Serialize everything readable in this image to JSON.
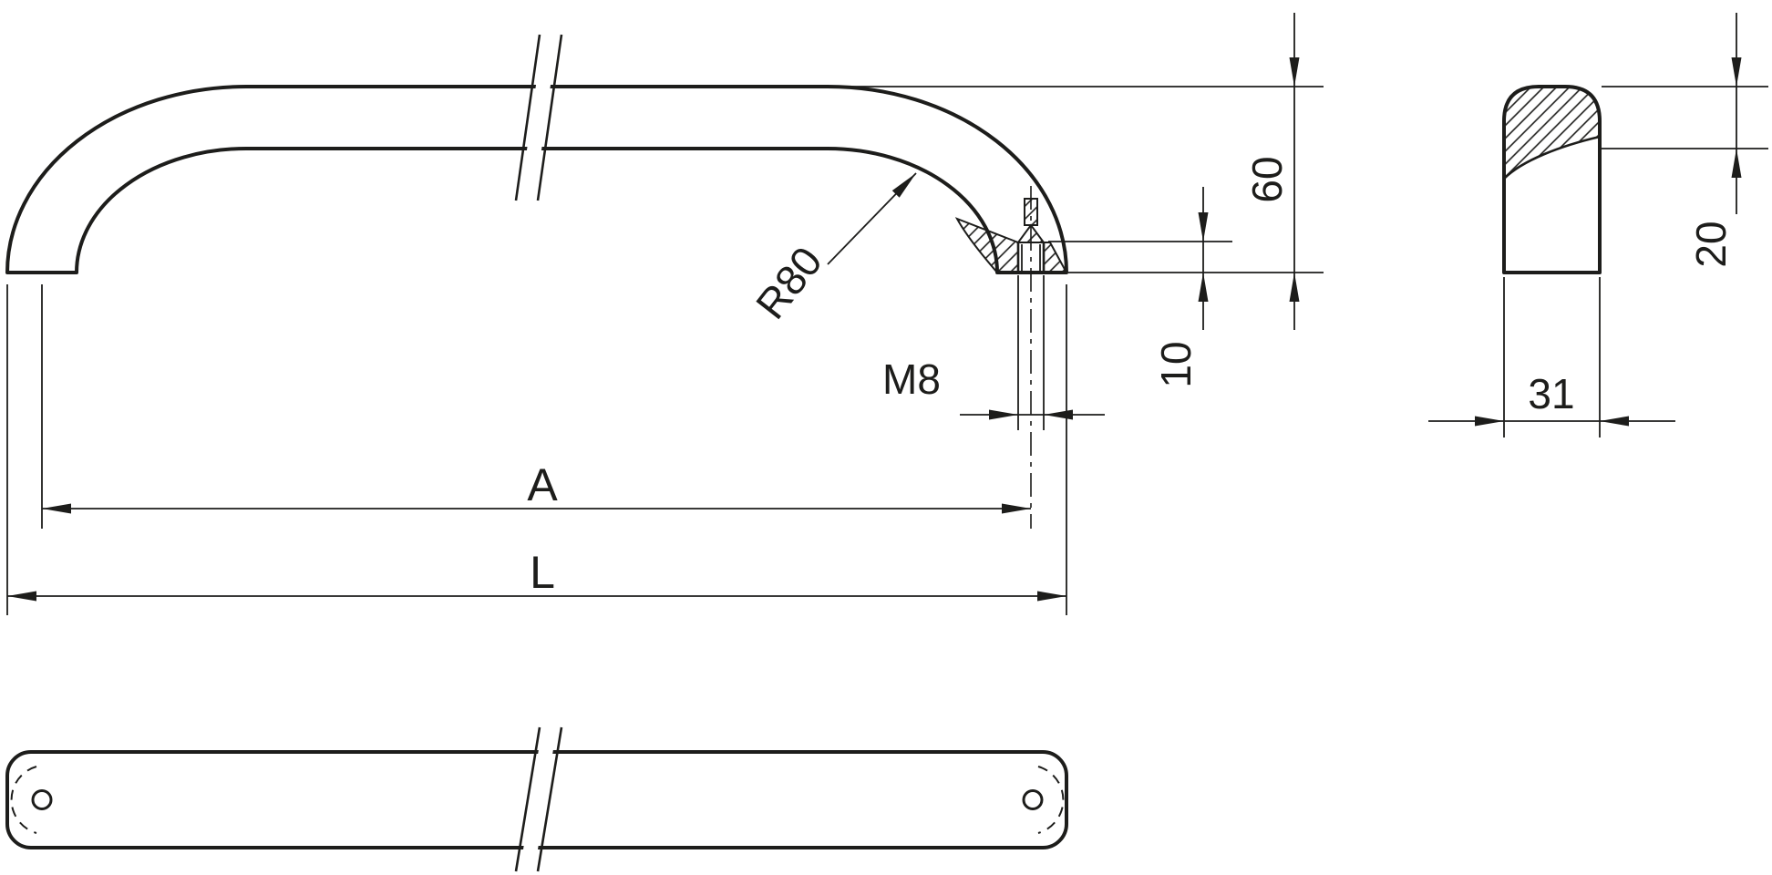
{
  "drawing": {
    "colors": {
      "line": "#1d1d1b",
      "background": "#ffffff"
    },
    "main_view": {
      "radius_label": "R80",
      "thread_label": "M8",
      "height_label": "60",
      "thread_depth_label": "10",
      "hole_spacing_label": "A",
      "overall_length_label": "L"
    },
    "section_view": {
      "thickness_label": "20",
      "width_label": "31"
    }
  }
}
